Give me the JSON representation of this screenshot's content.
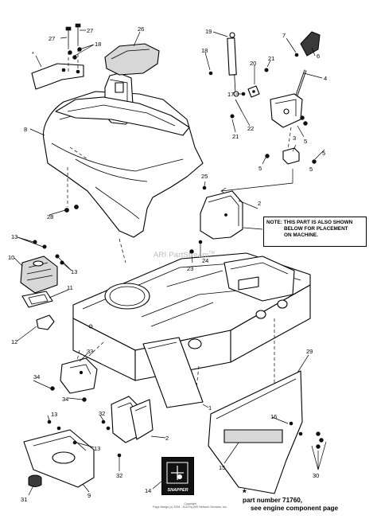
{
  "callouts": {
    "c1": "1",
    "c2a": "2",
    "c2b": "2",
    "c3": "3",
    "c4": "4",
    "c5a": "5",
    "c5b": "5",
    "c5c": "5",
    "c5d": "5",
    "c6": "6",
    "c7": "7",
    "c8": "8",
    "c9": "9",
    "c10": "10",
    "c11": "11",
    "c12": "12",
    "c13a": "13",
    "c13b": "13",
    "c13c": "13",
    "c13d": "13",
    "c14": "14",
    "c15": "15",
    "c16": "16",
    "c17": "17",
    "c18a": "18",
    "c18b": "18",
    "c19": "19",
    "c20": "20",
    "c21a": "21",
    "c21b": "21",
    "c22": "22",
    "c23": "23",
    "c24": "24",
    "c25": "25",
    "c26": "26",
    "c27a": "27",
    "c27b": "27",
    "c28": "28",
    "c29": "29",
    "c30": "30",
    "c31": "31",
    "c32a": "32",
    "c32b": "32",
    "c33": "33",
    "c34a": "34",
    "c34b": "34",
    "star": "*"
  },
  "note": {
    "line1": "NOTE: THIS PART IS ALSO SHOWN",
    "line2": "BELOW FOR PLACEMENT",
    "line3": "ON MACHINE."
  },
  "watermark": "ARI PartStream",
  "watermark_tm": "TM",
  "decal_brand": "SNAPPER",
  "footnote": {
    "star": "*",
    "line1": "part number 71760,",
    "line2": "see engine component page"
  },
  "copyright": {
    "line1": "Copyright",
    "line2": "Page design (c) 2004 - 2019 by ARI Network Services, Inc."
  }
}
